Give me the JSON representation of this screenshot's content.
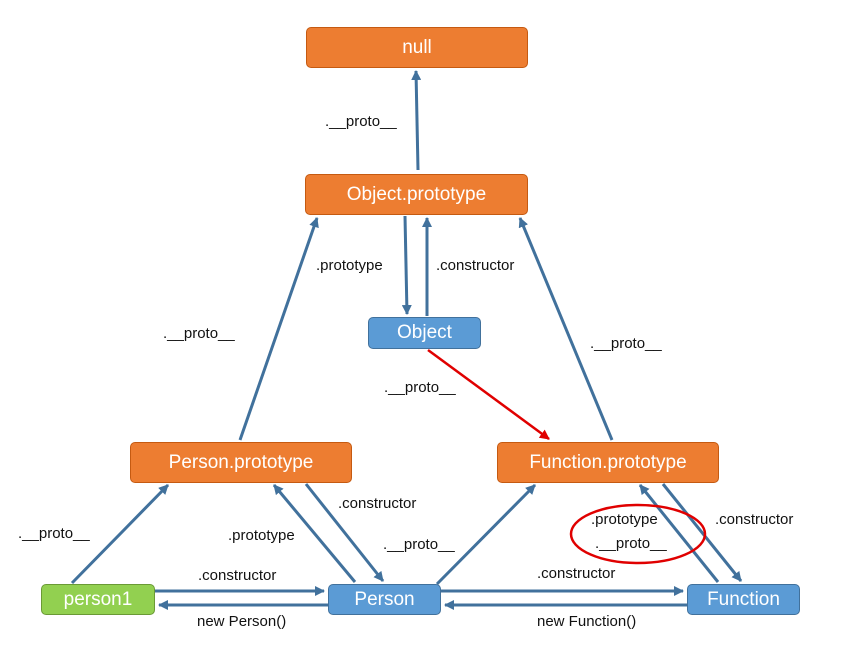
{
  "colors": {
    "orange_box": "#ed7d31",
    "blue_box": "#5b9bd5",
    "green_box": "#92d050",
    "arrow": "#41719c",
    "highlight_red": "#e00000"
  },
  "nodes": {
    "null": "null",
    "object_prototype": "Object.prototype",
    "object": "Object",
    "person_prototype": "Person.prototype",
    "function_prototype": "Function.prototype",
    "person1": "person1",
    "person": "Person",
    "function": "Function"
  },
  "edge_labels": {
    "objproto_to_null": ".__proto__",
    "object_prototype": ".prototype",
    "objproto_constructor": ".constructor",
    "personproto_to_objproto": ".__proto__",
    "funcproto_to_objproto": ".__proto__",
    "object_to_funcproto": ".__proto__",
    "person1_to_personproto": ".__proto__",
    "person_prototype": ".prototype",
    "personproto_constructor": ".constructor",
    "person_to_funcproto": ".__proto__",
    "function_prototype": ".prototype",
    "function_proto": ".__proto__",
    "funcproto_constructor": ".constructor",
    "person1_constructor": ".constructor",
    "new_person": "new Person()",
    "person_constructor": ".constructor",
    "new_function": "new Function()"
  }
}
